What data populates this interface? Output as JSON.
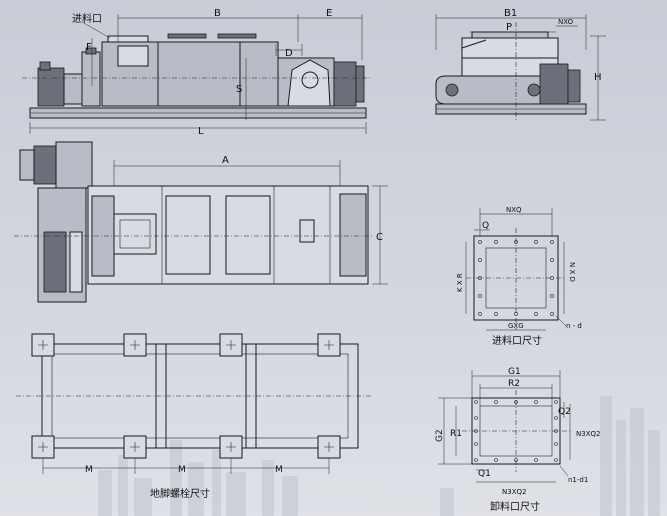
{
  "side_view": {
    "label_inlet": "进料口",
    "dim_B": "B",
    "dim_E": "E",
    "dim_F": "F",
    "dim_D": "D",
    "dim_S": "S",
    "dim_L": "L"
  },
  "end_view": {
    "dim_B1": "B1",
    "dim_P": "P",
    "dim_N": "NXO",
    "dim_H": "H"
  },
  "top_view": {
    "dim_A": "A",
    "dim_C": "C"
  },
  "inlet_detail": {
    "dim_NXQ": "NXQ",
    "dim_Q": "Q",
    "dim_K_left": "K X R",
    "dim_N_right": "N X D",
    "dim_GXG": "GXG",
    "label_nd": "n - d",
    "caption": "进料口尺寸"
  },
  "outlet_detail": {
    "dim_G1": "G1",
    "dim_R2": "R2",
    "dim_Q2": "Q2",
    "dim_G2": "G2",
    "dim_R1": "R1",
    "dim_N3XQ2": "N3XQ2",
    "dim_Q1": "Q1",
    "dim_n1d1": "n1-d1",
    "dim_N3XQ2_bottom": "N3XQ2",
    "caption": "卸料口尺寸"
  },
  "bolt_plan": {
    "dim_M1": "M",
    "dim_M2": "M",
    "dim_M3": "M",
    "caption": "地脚螺栓尺寸"
  },
  "colors": {
    "background": "#d3d6df",
    "line": "#1a1a1a",
    "body_fill": "#b8bcc6"
  }
}
